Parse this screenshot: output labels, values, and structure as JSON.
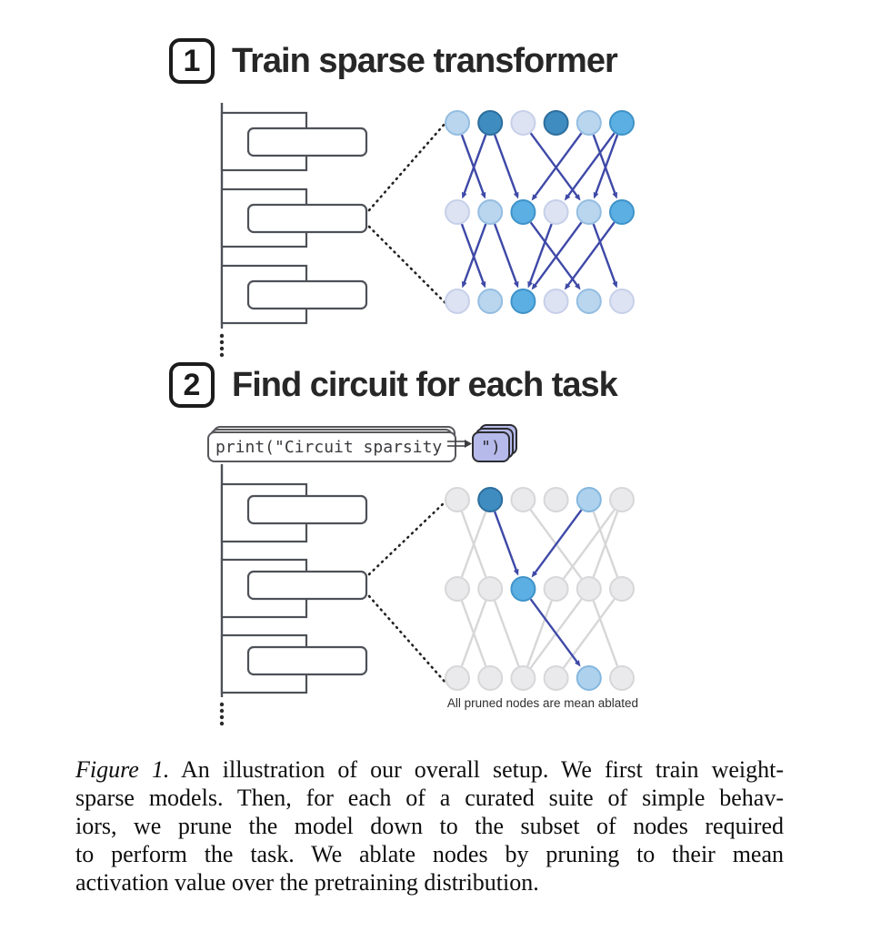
{
  "steps": [
    {
      "number": "1",
      "title": "Train sparse transformer"
    },
    {
      "number": "2",
      "title": "Find circuit for each task"
    }
  ],
  "prompt_box": {
    "code": "print(\"Circuit sparsity",
    "completion": "\")"
  },
  "network_note": "All pruned nodes are mean ablated",
  "caption": {
    "label": "Figure 1.",
    "lines": [
      "An illustration of our overall setup. We first train weight-",
      "sparse models. Then, for each of a curated suite of simple behav-",
      "iors, we prune the model down to the subset of nodes required",
      "to perform the task.  We ablate nodes by pruning to their mean",
      "activation value over the pretraining distribution."
    ]
  },
  "colors": {
    "edge_blue": "#3e49a7",
    "edge_gray": "#d7d7d9",
    "node_palette": {
      "pale": {
        "fill": "#dde3f3",
        "stroke": "#c7d0e9"
      },
      "light": {
        "fill": "#b9d6ee",
        "stroke": "#94bde1"
      },
      "medium": {
        "fill": "#5cafe2",
        "stroke": "#3f93c9"
      },
      "dark": {
        "fill": "#3f8cc0",
        "stroke": "#2c6e9d"
      },
      "lightblue": {
        "fill": "#aed2ee",
        "stroke": "#85b8de"
      },
      "gray": {
        "fill": "#eaeaec",
        "stroke": "#d7d7d9"
      }
    }
  },
  "network_top": {
    "node_rows": [
      [
        "light",
        "dark",
        "pale",
        "dark",
        "light",
        "medium"
      ],
      [
        "pale",
        "light",
        "medium",
        "pale",
        "light",
        "medium"
      ],
      [
        "pale",
        "light",
        "medium",
        "pale",
        "light",
        "pale"
      ]
    ],
    "edges": {
      "l1": [
        [
          0,
          1
        ],
        [
          1,
          0
        ],
        [
          1,
          2
        ],
        [
          2,
          4
        ],
        [
          4,
          2
        ],
        [
          4,
          5
        ],
        [
          5,
          3
        ],
        [
          5,
          4
        ]
      ],
      "l2": [
        [
          0,
          1
        ],
        [
          1,
          0
        ],
        [
          1,
          2
        ],
        [
          2,
          4
        ],
        [
          3,
          2
        ],
        [
          4,
          2
        ],
        [
          4,
          5
        ],
        [
          5,
          3
        ]
      ]
    },
    "edge_style": "blue",
    "edge_arrows": true
  },
  "network_bottom": {
    "node_rows": [
      [
        "gray",
        "dark",
        "gray",
        "gray",
        "lightblue",
        "gray"
      ],
      [
        "gray",
        "gray",
        "medium",
        "gray",
        "gray",
        "gray"
      ],
      [
        "gray",
        "gray",
        "gray",
        "gray",
        "lightblue",
        "gray"
      ]
    ],
    "edges": {
      "l1": [
        [
          0,
          1
        ],
        [
          1,
          0
        ],
        [
          2,
          4
        ],
        [
          4,
          5
        ],
        [
          5,
          3
        ],
        [
          5,
          4
        ]
      ],
      "l2": [
        [
          0,
          1
        ],
        [
          1,
          0
        ],
        [
          1,
          2
        ],
        [
          3,
          2
        ],
        [
          4,
          2
        ],
        [
          4,
          5
        ],
        [
          5,
          3
        ]
      ]
    },
    "edge_style": "gray",
    "edge_arrows": false,
    "highlight_edges": {
      "l1": [
        [
          1,
          2
        ],
        [
          4,
          2
        ]
      ],
      "l2": [
        [
          2,
          4
        ]
      ]
    }
  }
}
